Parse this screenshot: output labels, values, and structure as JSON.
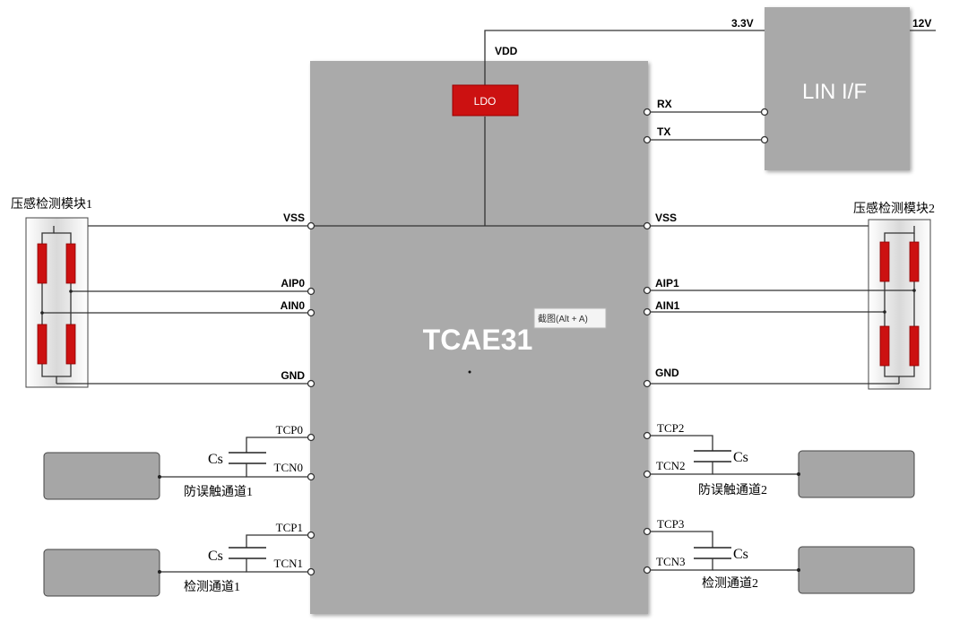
{
  "supply": {
    "v33": "3.3V",
    "v12": "12V",
    "vdd": "VDD"
  },
  "ldo": "LDO",
  "lin": "LIN I/F",
  "chip": {
    "name": "TCAE31"
  },
  "tooltip": "截图(Alt + A)",
  "pins": {
    "rx": "RX",
    "tx": "TX",
    "vss_left": "VSS",
    "vss_right": "VSS",
    "aip0": "AIP0",
    "ain0": "AIN0",
    "aip1": "AIP1",
    "ain1": "AIN1",
    "gnd_left": "GND",
    "gnd_right": "GND",
    "tcp0": "TCP0",
    "tcn0": "TCN0",
    "tcp1": "TCP1",
    "tcn1": "TCN1",
    "tcp2": "TCP2",
    "tcn2": "TCN2",
    "tcp3": "TCP3",
    "tcn3": "TCN3"
  },
  "caps": {
    "c1": "Cs",
    "c2": "Cs",
    "c3": "Cs",
    "c4": "Cs"
  },
  "modules": {
    "left": "压感检测模块1",
    "right": "压感检测模块2"
  },
  "channels": {
    "ft1": "防误触通道1",
    "ft2": "防误触通道2",
    "det1": "检测通道1",
    "det2": "检测通道2"
  },
  "colors": {
    "chip": "#aaaaaa",
    "ldo": "#cc1111",
    "pad": "#a6a6a6"
  }
}
